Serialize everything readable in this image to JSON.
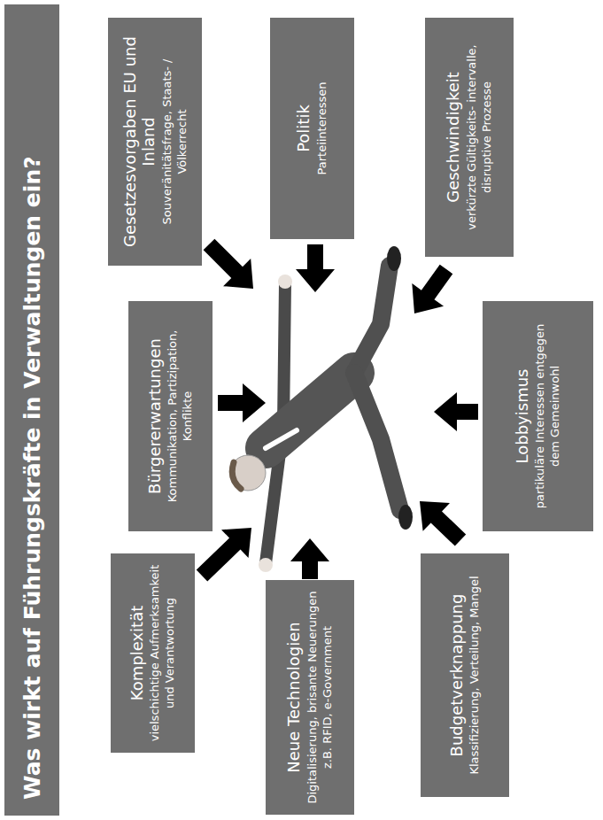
{
  "diagram": {
    "title": "Was wirkt auf Führungskräfte in Verwaltungen ein?",
    "nodes": [
      {
        "text": [
          "Komplexität",
          "vielschichtige Aufmerksamkeit und Verantwortung"
        ]
      },
      {
        "text": [
          "Bürgererwartungen",
          "Kommunikation, Partizipation, Konflikte"
        ]
      },
      {
        "text": [
          "Gesetzesvorgaben EU und Inland",
          "Souveränitätsfrage, Staats- / Völkerrecht"
        ]
      },
      {
        "text": [
          "Neue Technologien",
          "Digitalisierung, brisante Neuerungen z.B. RFID, e-Government"
        ]
      },
      {
        "text": [
          "Politik",
          "Parteiinteressen"
        ]
      },
      {
        "text": [
          "Budgetverknappung",
          "Klassifizierung, Verteilung, Mangel"
        ]
      },
      {
        "text": [
          "Lobbyismus",
          "partikuläre Interessen entgegen dem Gemeinwohl"
        ]
      },
      {
        "text": [
          "Geschwindigkeit",
          "verkürzte Gültigkeits- intervalle, disruptive Prozesse"
        ]
      }
    ]
  }
}
